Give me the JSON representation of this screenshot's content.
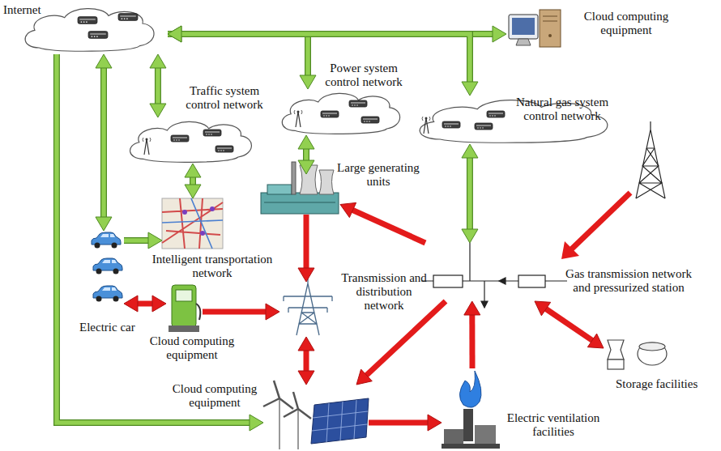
{
  "diagram": {
    "nodes": [
      {
        "text": [
          "Internet"
        ]
      },
      {
        "text": [
          "Cloud computing equipment"
        ]
      },
      {
        "text": [
          "Traffic system control network"
        ]
      },
      {
        "text": [
          "Power system control network"
        ]
      },
      {
        "text": [
          "Natural gas system control network"
        ]
      },
      {
        "text": [
          "Large generating units"
        ]
      },
      {
        "text": [
          "Intelligent transportation network"
        ]
      },
      {
        "text": [
          "Transmission and distribution network"
        ]
      },
      {
        "text": [
          "Gas transmission network and pressurized station"
        ]
      },
      {
        "text": [
          "Electric car"
        ]
      },
      {
        "text": [
          "Cloud computing equipment"
        ]
      },
      {
        "text": [
          "Storage facilities"
        ]
      },
      {
        "text": [
          "Cloud computing equipment"
        ]
      },
      {
        "text": [
          "Electric ventilation facilities"
        ]
      }
    ],
    "edges": [
      {
        "from": 0,
        "to": 1,
        "arrow": "to"
      },
      {
        "from": 0,
        "to": 2,
        "arrow": "both"
      },
      {
        "from": 0,
        "to": 3,
        "arrow": "both"
      },
      {
        "from": 0,
        "to": 4,
        "arrow": "both"
      },
      {
        "from": 0,
        "to": 9,
        "arrow": "both"
      },
      {
        "from": 0,
        "to": 12,
        "arrow": "to"
      },
      {
        "from": 2,
        "to": 6,
        "arrow": "both"
      },
      {
        "from": 3,
        "to": 5,
        "arrow": "both"
      },
      {
        "from": 4,
        "to": 8,
        "arrow": "both"
      },
      {
        "from": 9,
        "to": 6,
        "arrow": "to"
      },
      {
        "from": 8,
        "to": 5,
        "arrow": "to"
      },
      {
        "from": 5,
        "to": 7,
        "arrow": "to"
      },
      {
        "from": 10,
        "to": 9,
        "arrow": "both"
      },
      {
        "from": 10,
        "to": 7,
        "arrow": "to"
      },
      {
        "from": 7,
        "to": 12,
        "arrow": "both"
      },
      {
        "from": 8,
        "to": 12,
        "arrow": "to"
      },
      {
        "from": 8,
        "to": 11,
        "arrow": "both"
      },
      {
        "from": 12,
        "to": 13,
        "arrow": "to"
      },
      {
        "from": 13,
        "to": 8,
        "arrow": "to"
      }
    ]
  }
}
